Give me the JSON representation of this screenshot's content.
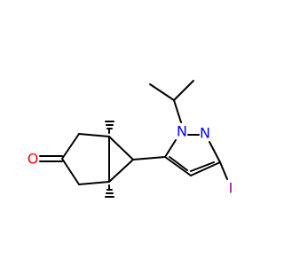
{
  "molecule": {
    "atoms": {
      "oxygen": "O",
      "ring_nitrogen": "N",
      "substituted_nitrogen": "N",
      "iodine": "I"
    },
    "colors": {
      "bond": "#000000",
      "oxygen": "#ff0000",
      "nitrogen": "#0000ff",
      "iodine": "#940094"
    }
  }
}
